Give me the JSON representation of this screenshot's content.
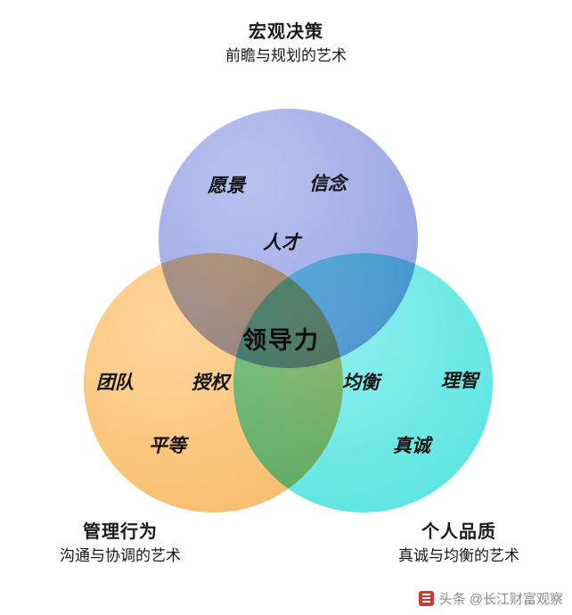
{
  "diagram": {
    "type": "venn-3-circle",
    "center_label": "领导力",
    "circles": [
      {
        "id": "top",
        "title": "宏观决策",
        "subtitle": "前瞻与规划的艺术",
        "color": "#a8b2e8",
        "words": [
          "愿景",
          "信念",
          "人才"
        ]
      },
      {
        "id": "bottom-left",
        "title": "管理行为",
        "subtitle": "沟通与协调的艺术",
        "color": "#fbc77f",
        "words": [
          "团队",
          "授权",
          "平等"
        ]
      },
      {
        "id": "bottom-right",
        "title": "个人品质",
        "subtitle": "真诚与均衡的艺术",
        "color": "#70e9e6",
        "words": [
          "均衡",
          "理智",
          "真诚"
        ]
      }
    ]
  },
  "watermark": {
    "text": "头条 @长江财富观察",
    "icon": "toutiao-logo-icon"
  }
}
